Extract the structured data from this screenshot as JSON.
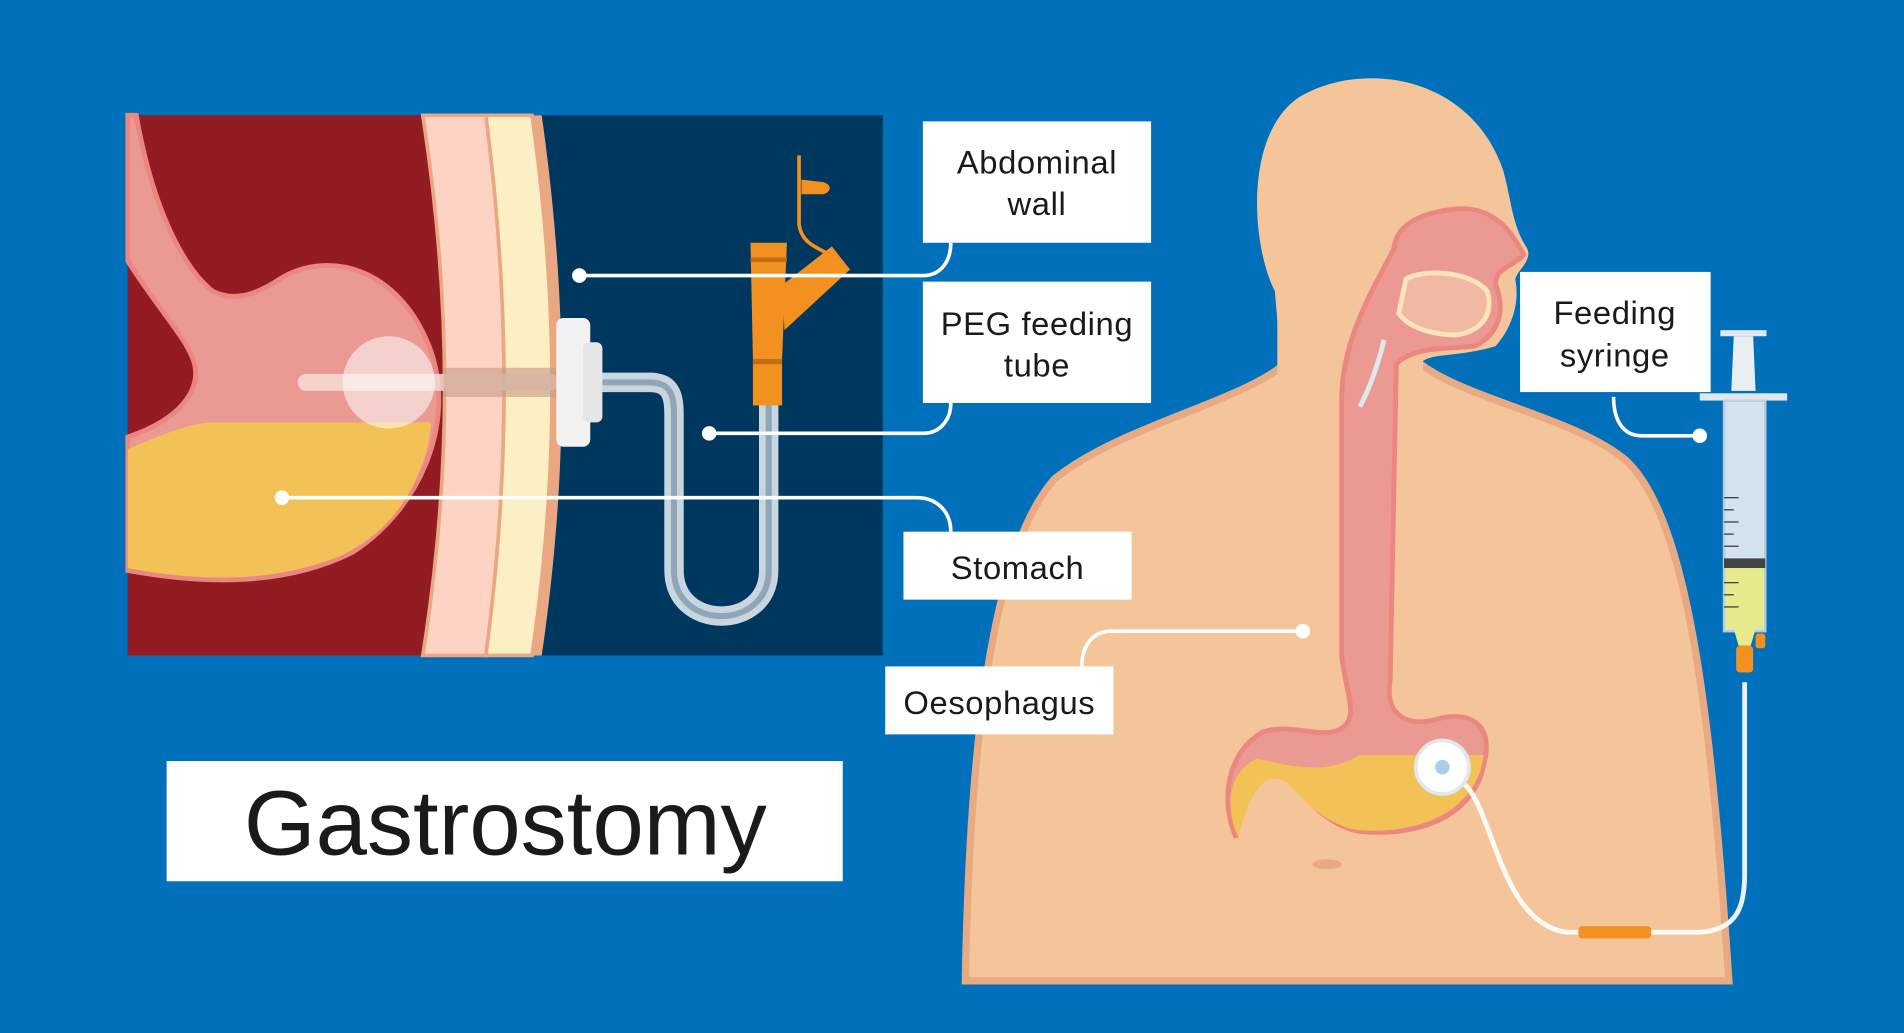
{
  "title": "Gastrostomy",
  "labels": {
    "abdominal_wall": [
      "Abdominal",
      "wall"
    ],
    "peg_tube": [
      "PEG feeding",
      "tube"
    ],
    "stomach": "Stomach",
    "oesophagus": "Oesophagus",
    "feeding_syringe": [
      "Feeding",
      "syringe"
    ]
  },
  "colors": {
    "background": "#0070bb",
    "inset_dark": "#00375e",
    "stomach_cavity": "#931c22",
    "skin": "#f4c59a",
    "tube_orange": "#f39120"
  }
}
